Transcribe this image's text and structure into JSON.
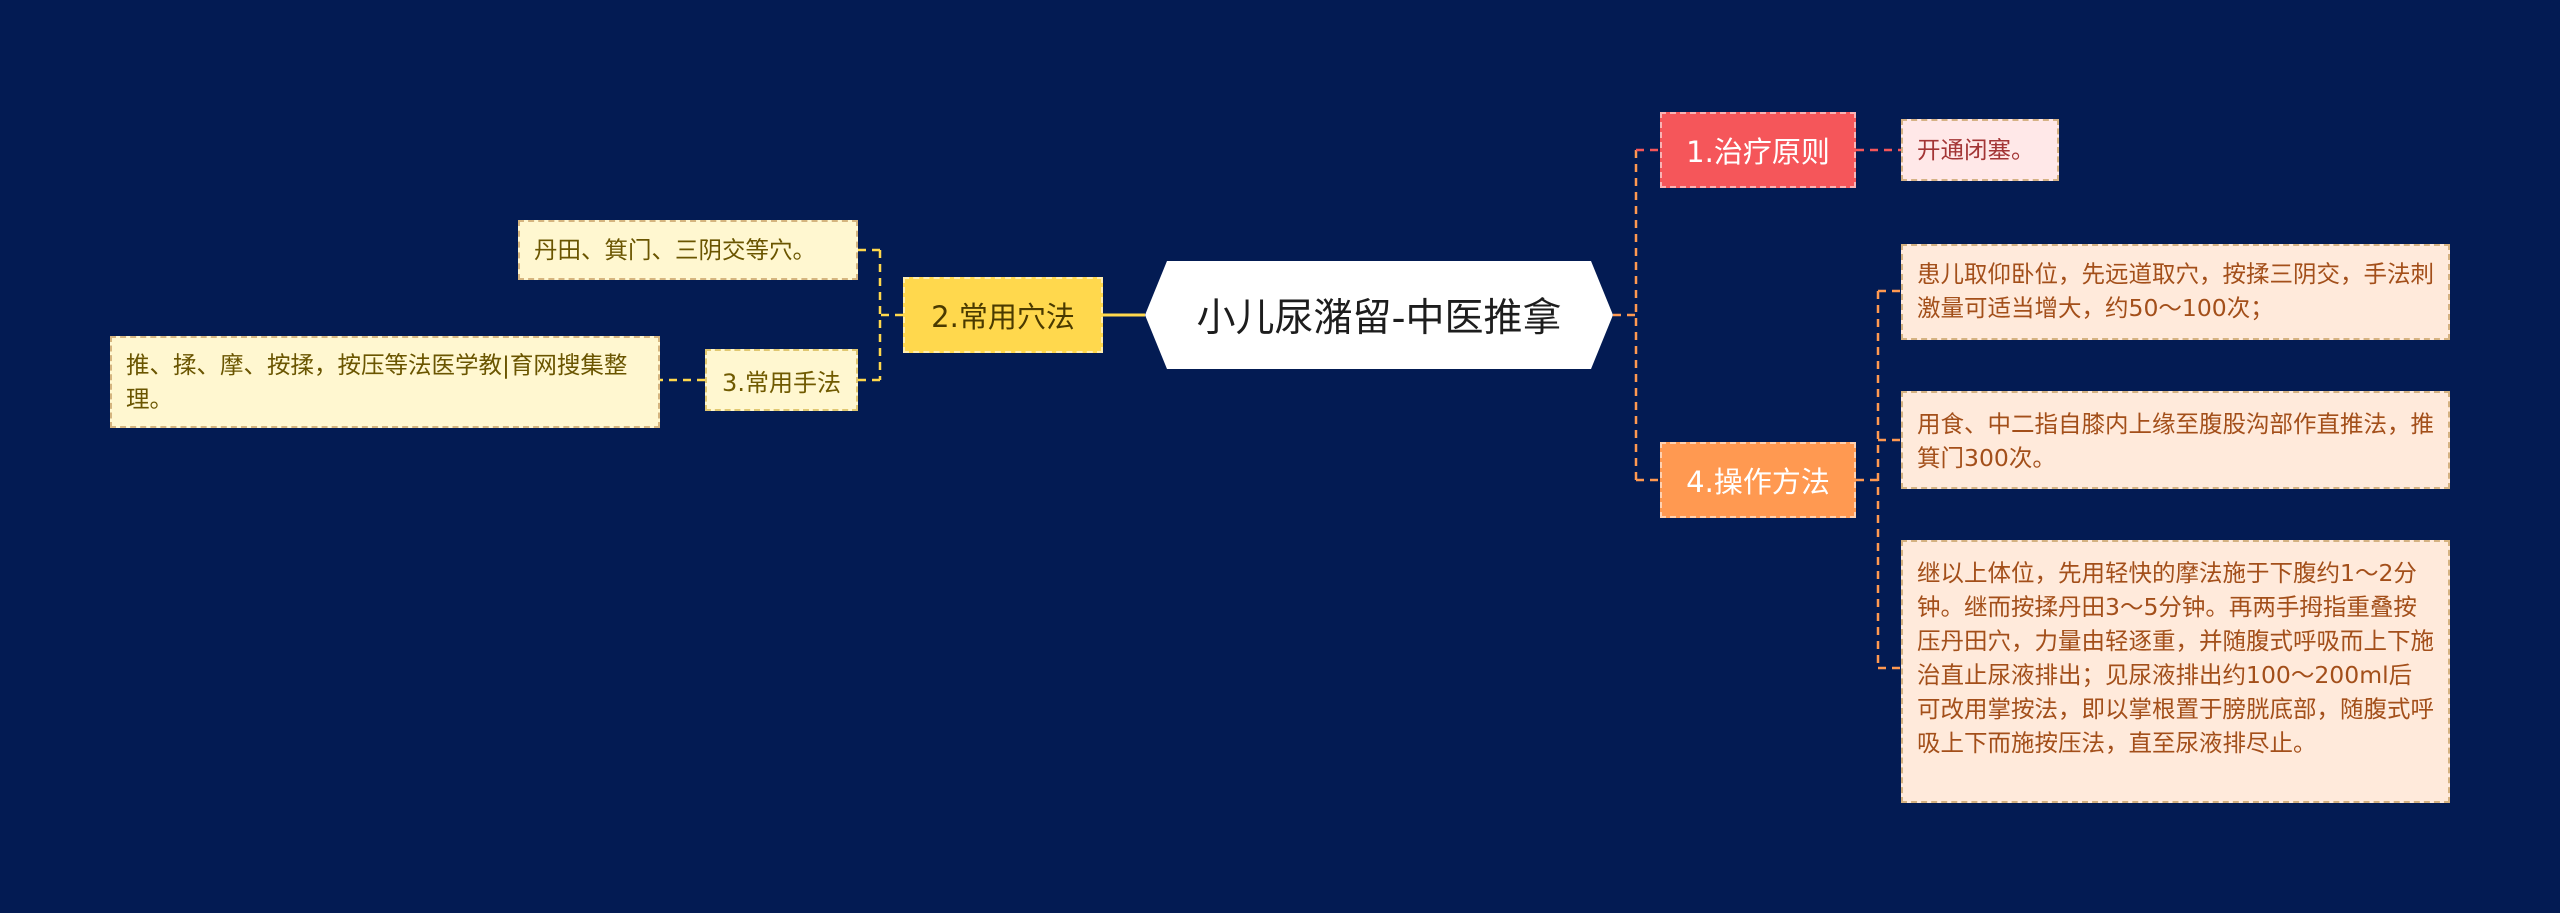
{
  "root": {
    "title": "小儿尿潴留-中医推拿"
  },
  "branches": {
    "principle": {
      "label": "1.治疗原则",
      "children": [
        "开通闭塞。"
      ]
    },
    "acupoints": {
      "label": "2.常用穴法",
      "leaf": "丹田、箕门、三阴交等穴。",
      "techniques": {
        "label": "3.常用手法",
        "leaf": "推、揉、摩、按揉，按压等法医学教|育网搜集整理。"
      }
    },
    "operation": {
      "label": "4.操作方法",
      "children": [
        "患儿取仰卧位，先远道取穴，按揉三阴交，手法刺激量可适当增大，约50～100次；",
        "用食、中二指自膝内上缘至腹股沟部作直推法，推箕门300次。",
        "继以上体位，先用轻快的摩法施于下腹约1～2分钟。继而按揉丹田3～5分钟。再两手拇指重叠按压丹田穴，力量由轻逐重，并随腹式呼吸而上下施治直止尿液排出；见尿液排出约100～200ml后可改用掌按法，即以掌根置于膀胱底部，随腹式呼吸上下而施按压法，直至尿液排尽止。"
      ]
    }
  },
  "colors": {
    "background": "#031b53",
    "yellow": "#ffd84d",
    "red": "#f5565a",
    "orange": "#ff9951",
    "link_yellow": "#ffd84d",
    "link_red": "#f5565a",
    "link_orange": "#ff9951"
  }
}
